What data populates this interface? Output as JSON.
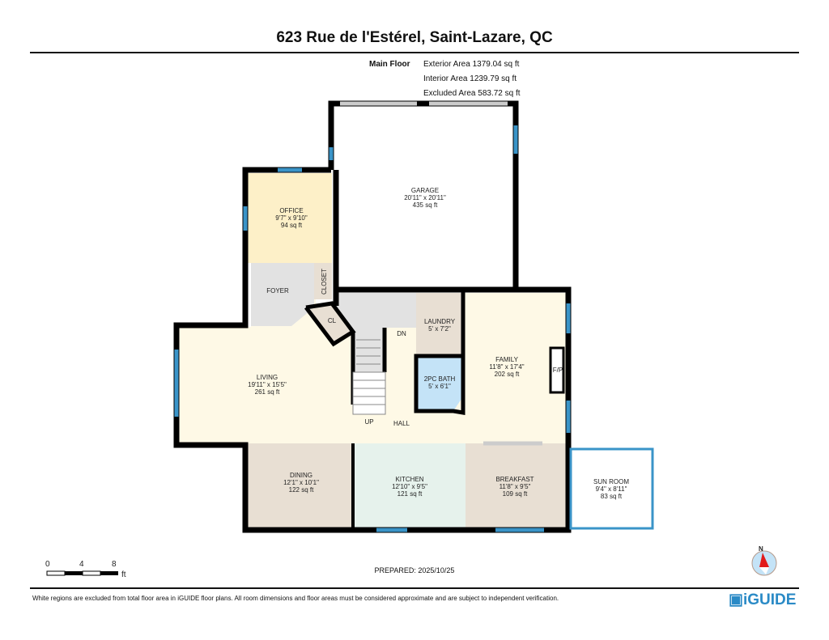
{
  "header": {
    "title": "623 Rue de l'Estérel, Saint-Lazare, QC"
  },
  "floor": {
    "name": "Main Floor",
    "exterior": "Exterior Area 1379.04 sq ft",
    "interior": "Interior Area 1239.79 sq ft",
    "excluded": "Excluded Area 583.72 sq ft"
  },
  "rooms": {
    "garage": {
      "name": "GARAGE",
      "dims": "20'11\" x 20'11\"",
      "area": "435 sq ft"
    },
    "office": {
      "name": "OFFICE",
      "dims": "9'7\" x 9'10\"",
      "area": "94 sq ft"
    },
    "foyer": {
      "name": "FOYER"
    },
    "closet": {
      "name": "CLOSET"
    },
    "cl": {
      "name": "CL"
    },
    "laundry": {
      "name": "LAUNDRY",
      "dims": "5' x 7'2\""
    },
    "bath": {
      "name": "2PC BATH",
      "dims": "5' x 6'1\""
    },
    "family": {
      "name": "FAMILY",
      "dims": "11'8\" x 17'4\"",
      "area": "202 sq ft"
    },
    "fp": "F/P",
    "living": {
      "name": "LIVING",
      "dims": "19'11\" x 15'5\"",
      "area": "261 sq ft"
    },
    "dn": "DN",
    "up": "UP",
    "hall": "HALL",
    "dining": {
      "name": "DINING",
      "dims": "12'1\" x 10'1\"",
      "area": "122 sq ft"
    },
    "kitchen": {
      "name": "KITCHEN",
      "dims": "12'10\" x 9'5\"",
      "area": "121 sq ft"
    },
    "breakfast": {
      "name": "BREAKFAST",
      "dims": "11'8\" x 9'5\"",
      "area": "109 sq ft"
    },
    "sunroom": {
      "name": "SUN ROOM",
      "dims": "9'4\" x 8'11\"",
      "area": "83 sq ft"
    }
  },
  "colors": {
    "wall": "#000000",
    "window": "#3a94c8",
    "office": "#fdf0c8",
    "living": "#fef9e6",
    "gray": "#e2e2e2",
    "beige": "#e8dfd3",
    "bath": "#c4e3f7",
    "kitchen": "#e6f2ec"
  },
  "scale": {
    "t0": "0",
    "t4": "4",
    "t8": "8",
    "unit": "ft"
  },
  "compass": {
    "label": "N",
    "icon": "compass-icon"
  },
  "footer": {
    "prepared": "PREPARED: 2025/10/25",
    "disclaimer": "White regions are excluded from total floor area in iGUIDE floor plans. All room dimensions and floor areas must be considered approximate and are subject to independent verification.",
    "logo": "iGUIDE"
  }
}
